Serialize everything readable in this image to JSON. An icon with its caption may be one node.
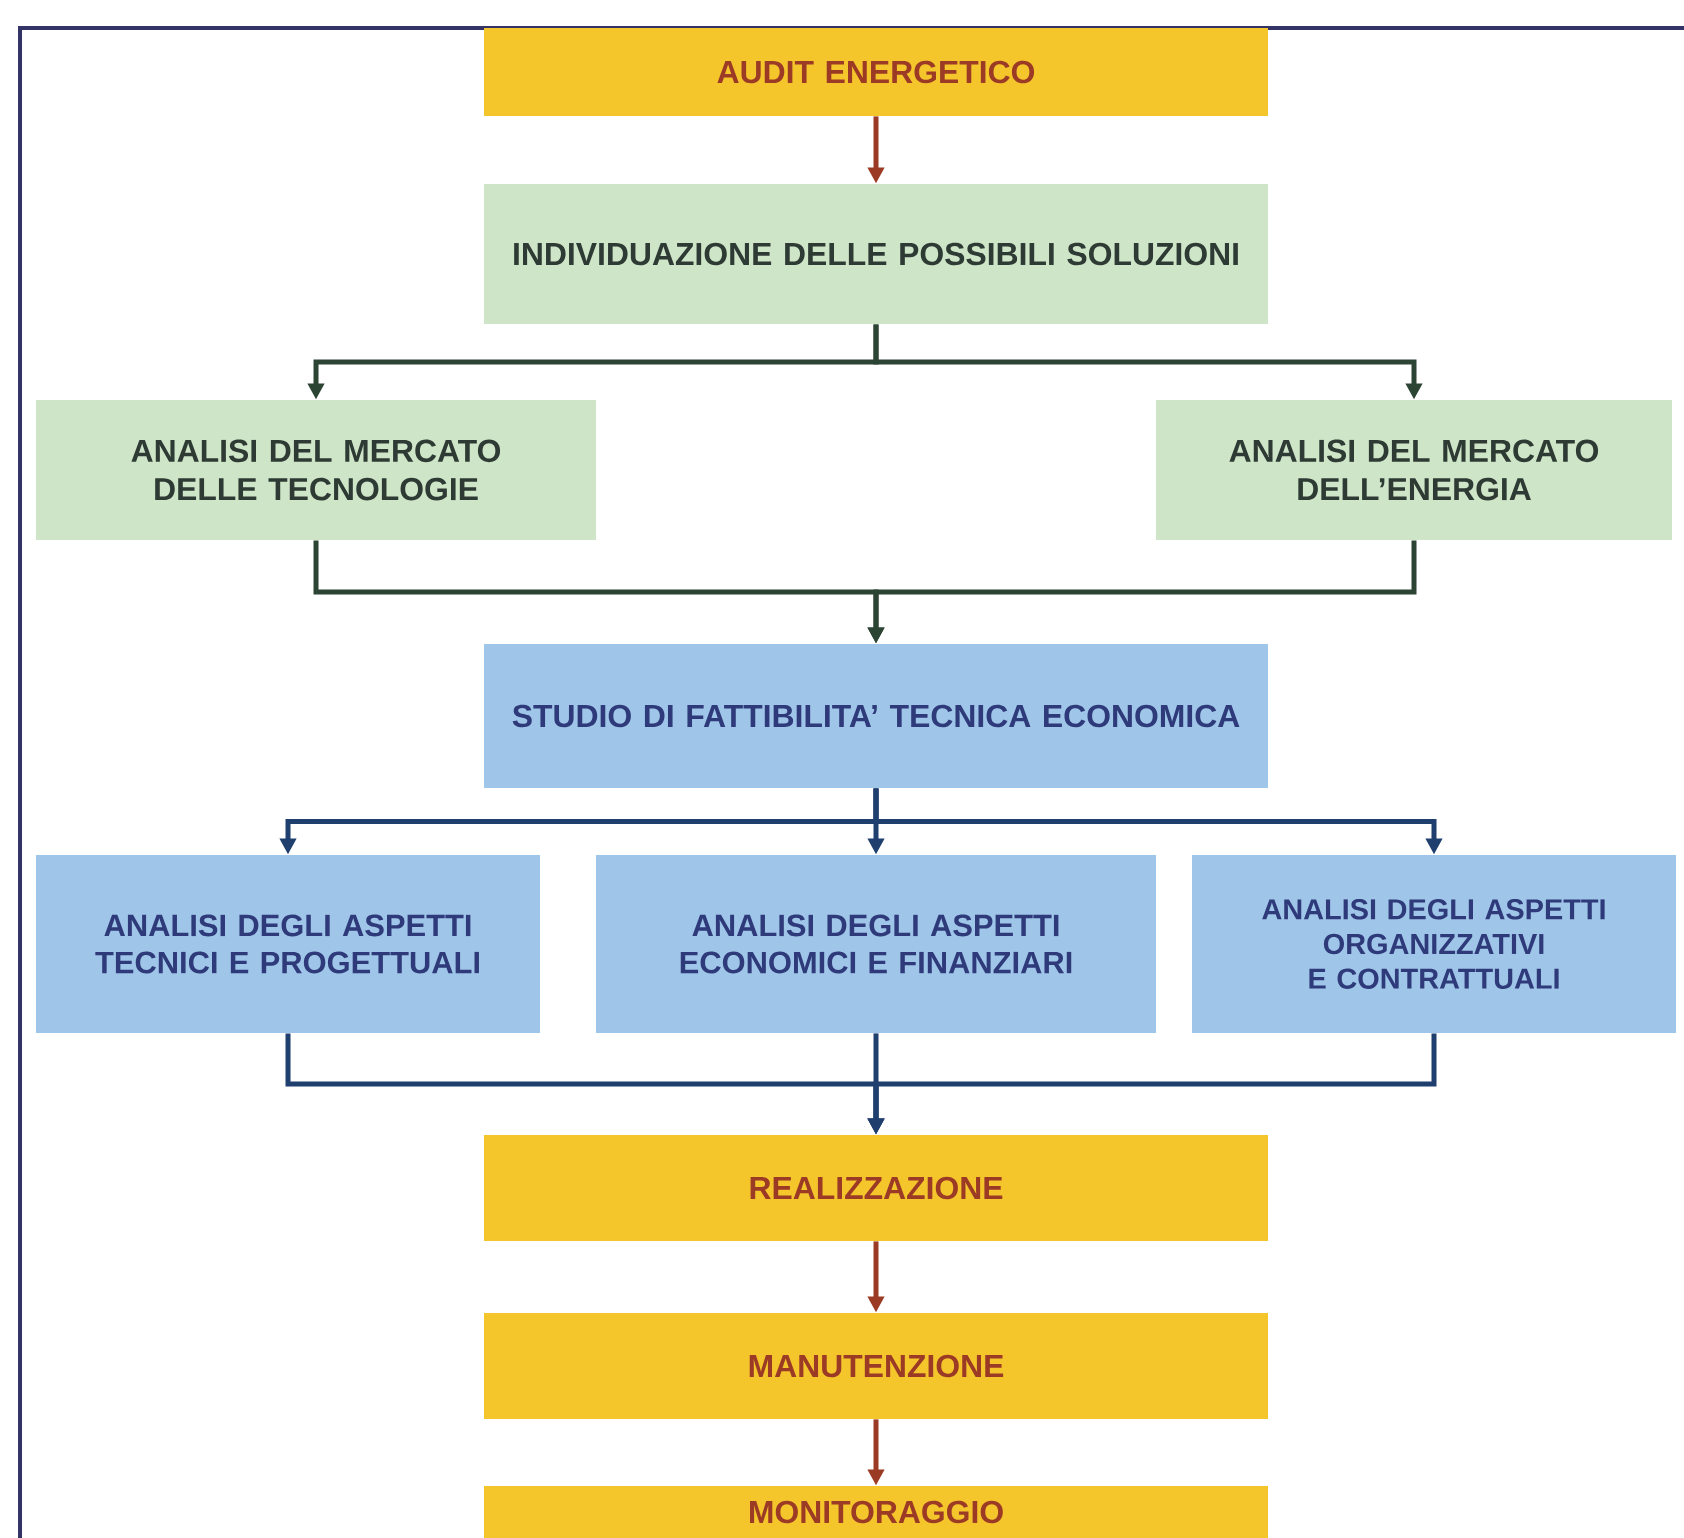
{
  "diagram": {
    "nodes": [
      {
        "text": [
          "AUDIT ENERGETICO"
        ]
      },
      {
        "text": [
          "INDIVIDUAZIONE DELLE POSSIBILI SOLUZIONI"
        ]
      },
      {
        "text": [
          "ANALISI DEL MERCATO DELLE TECNOLOGIE"
        ]
      },
      {
        "text": [
          "ANALISI DEL MERCATO DELL’ENERGIA"
        ]
      },
      {
        "text": [
          "STUDIO DI FATTIBILITA’ TECNICA ECONOMICA"
        ]
      },
      {
        "text": [
          "ANALISI DEGLI ASPETTI TECNICI E PROGETTUALI"
        ]
      },
      {
        "text": [
          "ANALISI DEGLI ASPETTI ECONOMICI E FINANZIARI"
        ]
      },
      {
        "text": [
          "ANALISI DEGLI ASPETTI ORGANIZZATIVI E CONTRATTUALI"
        ]
      },
      {
        "text": [
          "REALIZZAZIONE"
        ]
      },
      {
        "text": [
          "MANUTENZIONE"
        ]
      },
      {
        "text": [
          "MONITORAGGIO"
        ]
      }
    ],
    "edges": [
      {
        "from": 0,
        "to": 1,
        "arrow": "to",
        "color": "#9c3b25"
      },
      {
        "from": 1,
        "to": 2,
        "arrow": "to",
        "color": "#2c4433"
      },
      {
        "from": 1,
        "to": 3,
        "arrow": "to",
        "color": "#2c4433"
      },
      {
        "from": 2,
        "to": 4,
        "arrow": "to",
        "color": "#2c4433"
      },
      {
        "from": 3,
        "to": 4,
        "arrow": "to",
        "color": "#2c4433"
      },
      {
        "from": 4,
        "to": 5,
        "arrow": "to"
      },
      {
        "from": 4,
        "to": 6,
        "arrow": "to"
      },
      {
        "from": 4,
        "to": 7,
        "arrow": "to"
      },
      {
        "from": 5,
        "to": 8,
        "arrow": "to"
      },
      {
        "from": 6,
        "to": 8,
        "arrow": "to"
      },
      {
        "from": 7,
        "to": 8,
        "arrow": "to"
      },
      {
        "from": 8,
        "to": 9,
        "arrow": "to",
        "color": "#9c3b25"
      },
      {
        "from": 9,
        "to": 10,
        "arrow": "to",
        "color": "#9c3b25"
      }
    ]
  }
}
